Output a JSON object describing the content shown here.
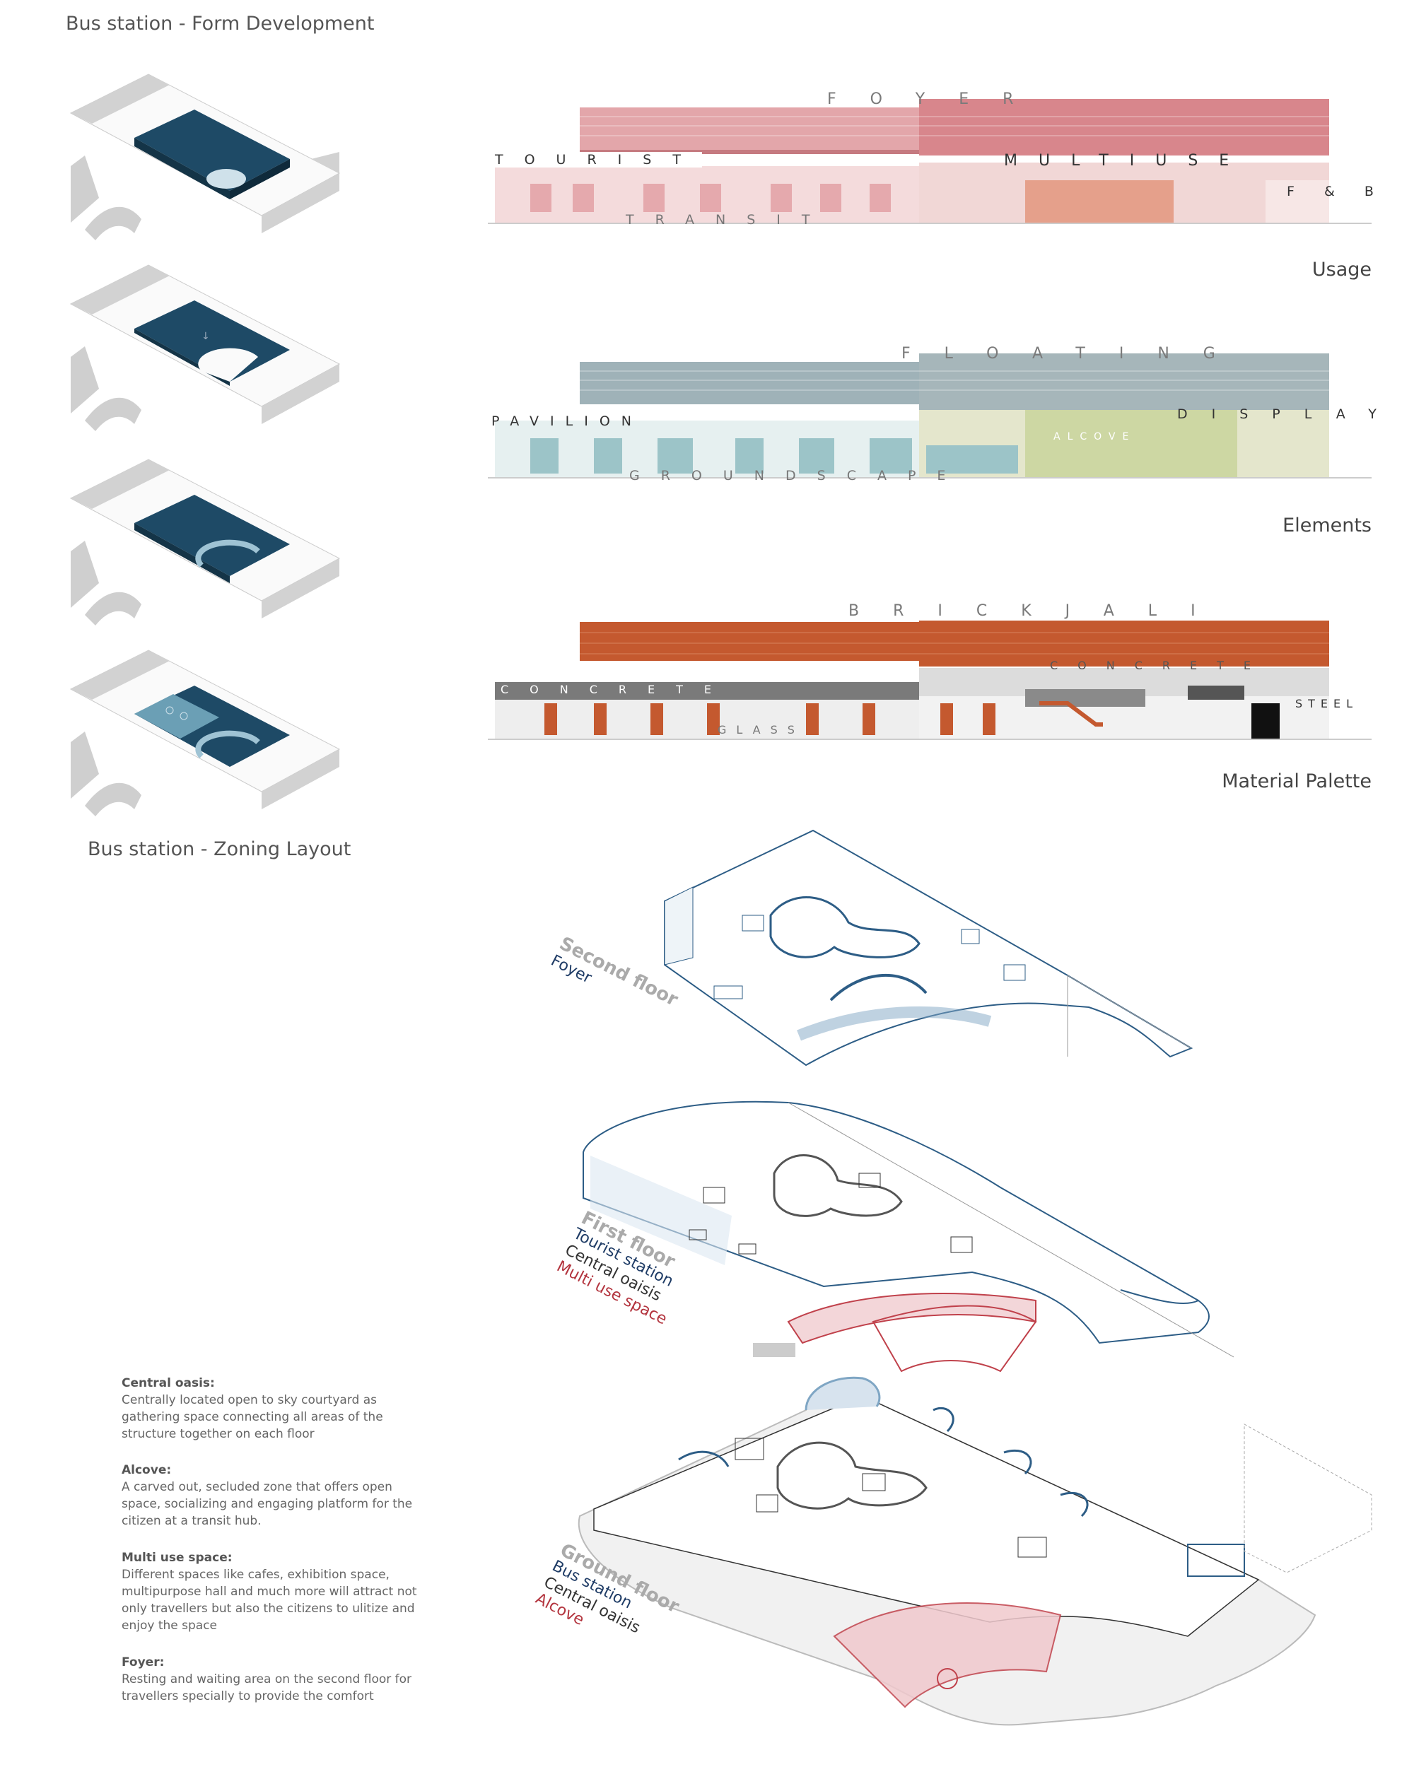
{
  "headings": {
    "form_development": "Bus station - Form Development",
    "zoning_layout": "Bus station - Zoning Layout"
  },
  "sections": {
    "usage": {
      "caption": "Usage",
      "labels": {
        "top": "FOYER",
        "left": "TOURIST",
        "right": "MULTIUSE",
        "far_right": "F & B",
        "bottom": "TRANSIT"
      }
    },
    "elements": {
      "caption": "Elements",
      "labels": {
        "top": "FLOATING",
        "left": "PAVILION",
        "right": "DISPLAY",
        "middle": "ALCOVE",
        "bottom": "GROUNDSCAPE"
      }
    },
    "material": {
      "caption": "Material Palette",
      "labels": {
        "top": "BRICKJALI",
        "left": "CONCRETE",
        "right": "CONCRETE",
        "far_right": "STEEL",
        "bottom": "GLASS"
      }
    }
  },
  "floors": {
    "second": {
      "title": "Second floor",
      "items": [
        "Foyer"
      ]
    },
    "first": {
      "title": "First floor",
      "items": [
        "Tourist station",
        "Central oaisis",
        "Multi use space"
      ]
    },
    "ground": {
      "title": "Ground floor",
      "items": [
        "Bus station",
        "Central oaisis",
        "Alcove"
      ]
    }
  },
  "notes": [
    {
      "title": "Central oasis:",
      "text": "Centrally located open to sky courtyard as gathering space connecting all areas of the structure together on each floor"
    },
    {
      "title": "Alcove:",
      "text": "A carved out, secluded zone that offers open space, socializing and engaging platform for the citizen at a transit hub."
    },
    {
      "title": "Multi use space:",
      "text": "Different spaces like cafes, exhibition space, multipurpose hall and much more will attract not only travellers but also the citizens to ulitize and enjoy the space"
    },
    {
      "title": "Foyer:",
      "text": "Resting and waiting area on the second floor for travellers specially to provide the comfort"
    }
  ],
  "colors": {
    "block": "#1e4a66",
    "usage": "#d58a8f",
    "elements_top": "#7f9aa3",
    "elements_left": "#9cc4c8",
    "elements_right": "#cdd7a3",
    "brick": "#c4592f",
    "concrete": "#8a8a8a",
    "plan_blue": "#2d5d86",
    "alcove_red": "#c0414b"
  }
}
